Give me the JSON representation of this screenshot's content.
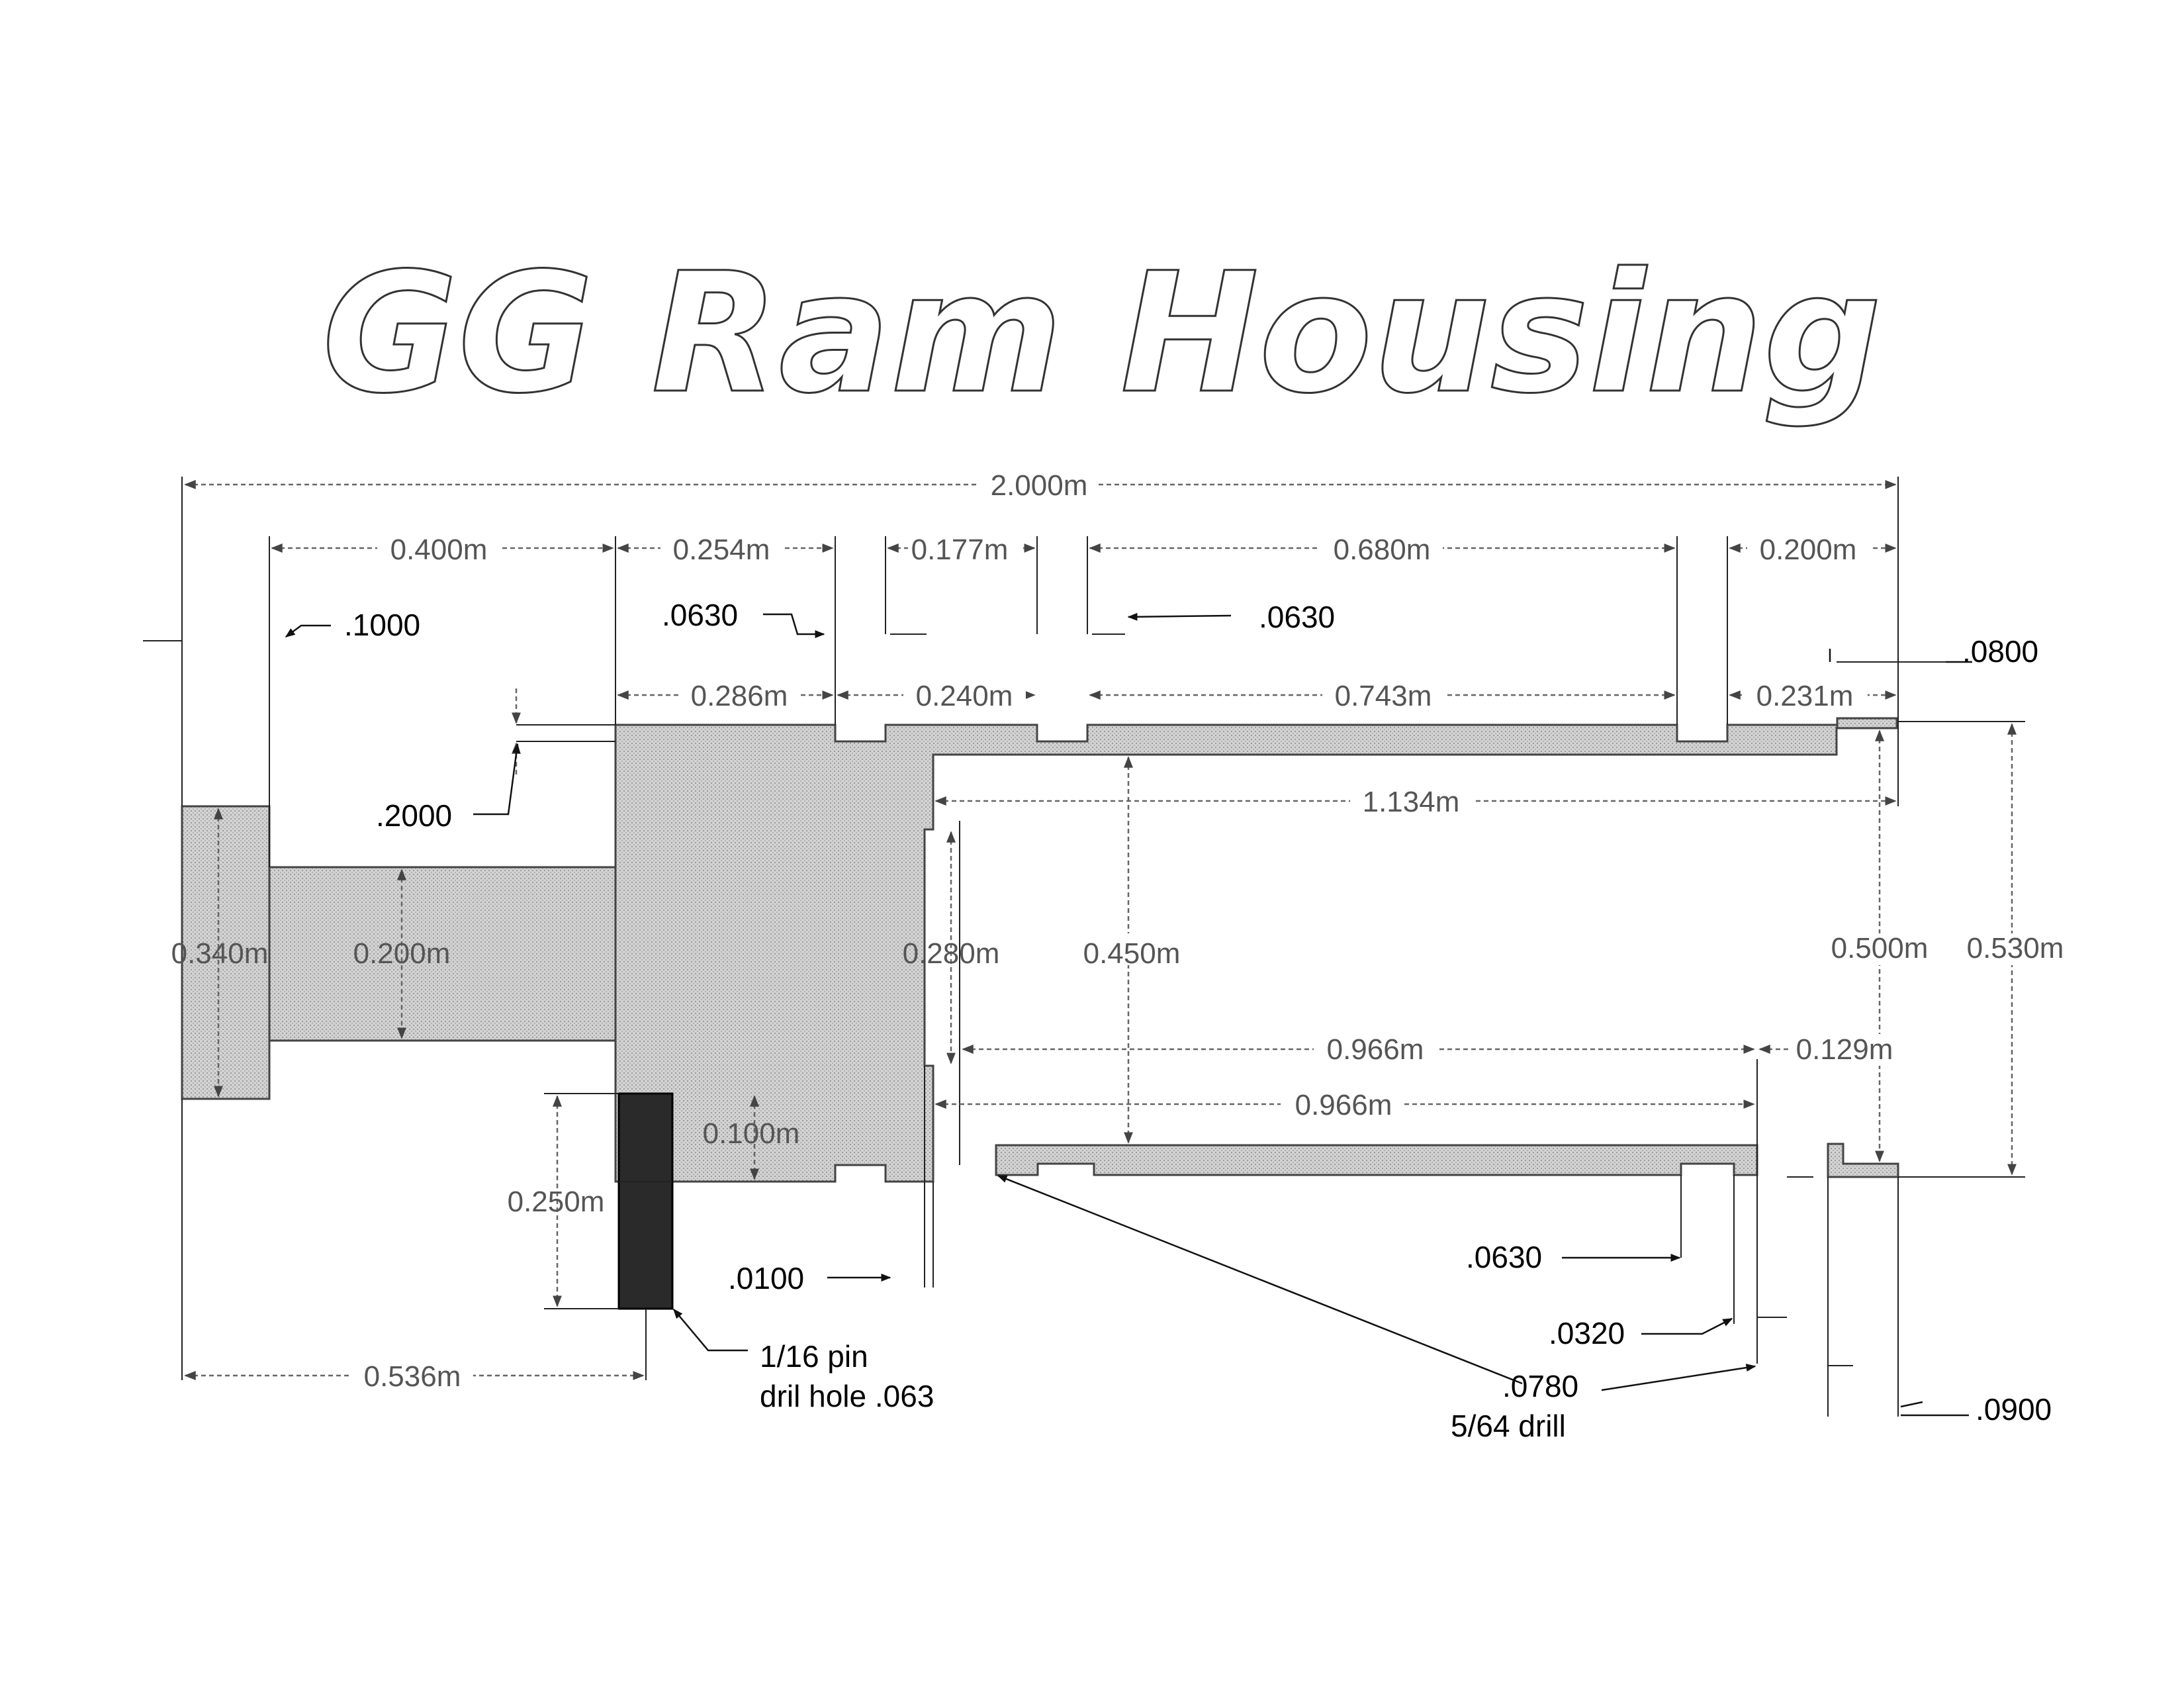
{
  "title": "GG Ram Housing",
  "dimensions": {
    "overall_length": "2.000m",
    "flange_to_body": "0.400m",
    "body_to_groove1": "0.254m",
    "groove1_to_groove2": "0.177m",
    "groove2_to_groove3": "0.680m",
    "groove3_to_end": "0.200m",
    "top_seg1": "0.286m",
    "top_seg2": "0.240m",
    "top_seg3": "0.743m",
    "top_seg4": "0.231m",
    "bore_length": "1.134m",
    "flange_dia": "0.340m",
    "shaft_dia": "0.200m",
    "step_height": "0.280m",
    "bore_dia": "0.450m",
    "inner_dia": "0.500m",
    "outer_dia": "0.530m",
    "ring_length_upper": "0.966m",
    "ring_length_lower": "0.966m",
    "end_cap_length": "0.129m",
    "pin_offset": "0.100m",
    "pin_depth": "0.250m",
    "pin_to_end": "0.536m"
  },
  "notes": {
    "radius_1000": ".1000",
    "groove_0630_left": ".0630",
    "groove_0630_right": ".0630",
    "depth_0800": ".0800",
    "radius_2000": ".2000",
    "gap_0100": ".0100",
    "pin_line1": "1/16 pin",
    "pin_line2": "dril hole .063",
    "ring_0630": ".0630",
    "ring_0320": ".0320",
    "drill_0780": ".0780",
    "drill_5_64": "5/64 drill",
    "cap_0900": ".0900"
  },
  "colors": {
    "part_fill": "#cccccc",
    "pin_fill": "#2a2a2a",
    "line": "#444444"
  }
}
